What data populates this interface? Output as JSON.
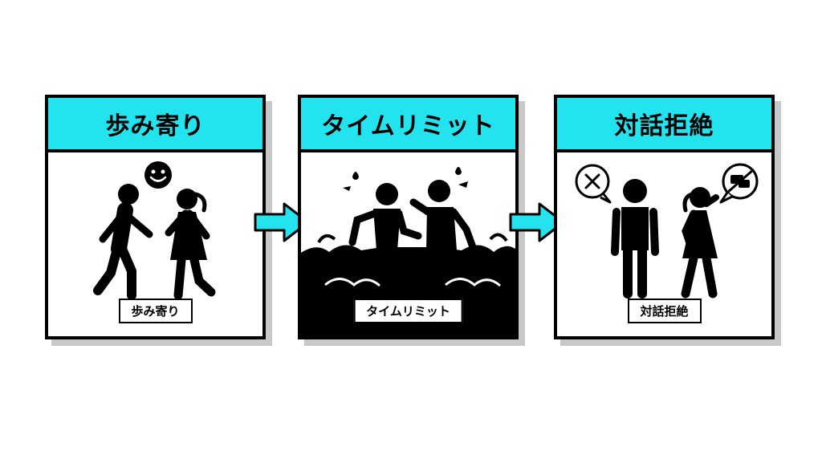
{
  "panels": [
    {
      "title": "歩み寄り",
      "caption": "歩み寄り",
      "icons": [
        "smiling-face-icon",
        "walking-man-icon",
        "walking-woman-icon"
      ]
    },
    {
      "title": "タイムリミット",
      "caption": "タイムリミット",
      "icons": [
        "sweat-drops-icon",
        "struggling-man-icon",
        "struggling-woman-icon",
        "water-waves-icon"
      ]
    },
    {
      "title": "対話拒絶",
      "caption": "対話拒絶",
      "icons": [
        "no-symbol-bubble-icon",
        "standing-man-icon",
        "turned-away-woman-icon",
        "no-chat-bubble-icon"
      ]
    }
  ],
  "colors": {
    "header": "#22e3ee",
    "arrow": "#22e3ee",
    "ink": "#000000",
    "shadow": "#c8c8c8"
  }
}
